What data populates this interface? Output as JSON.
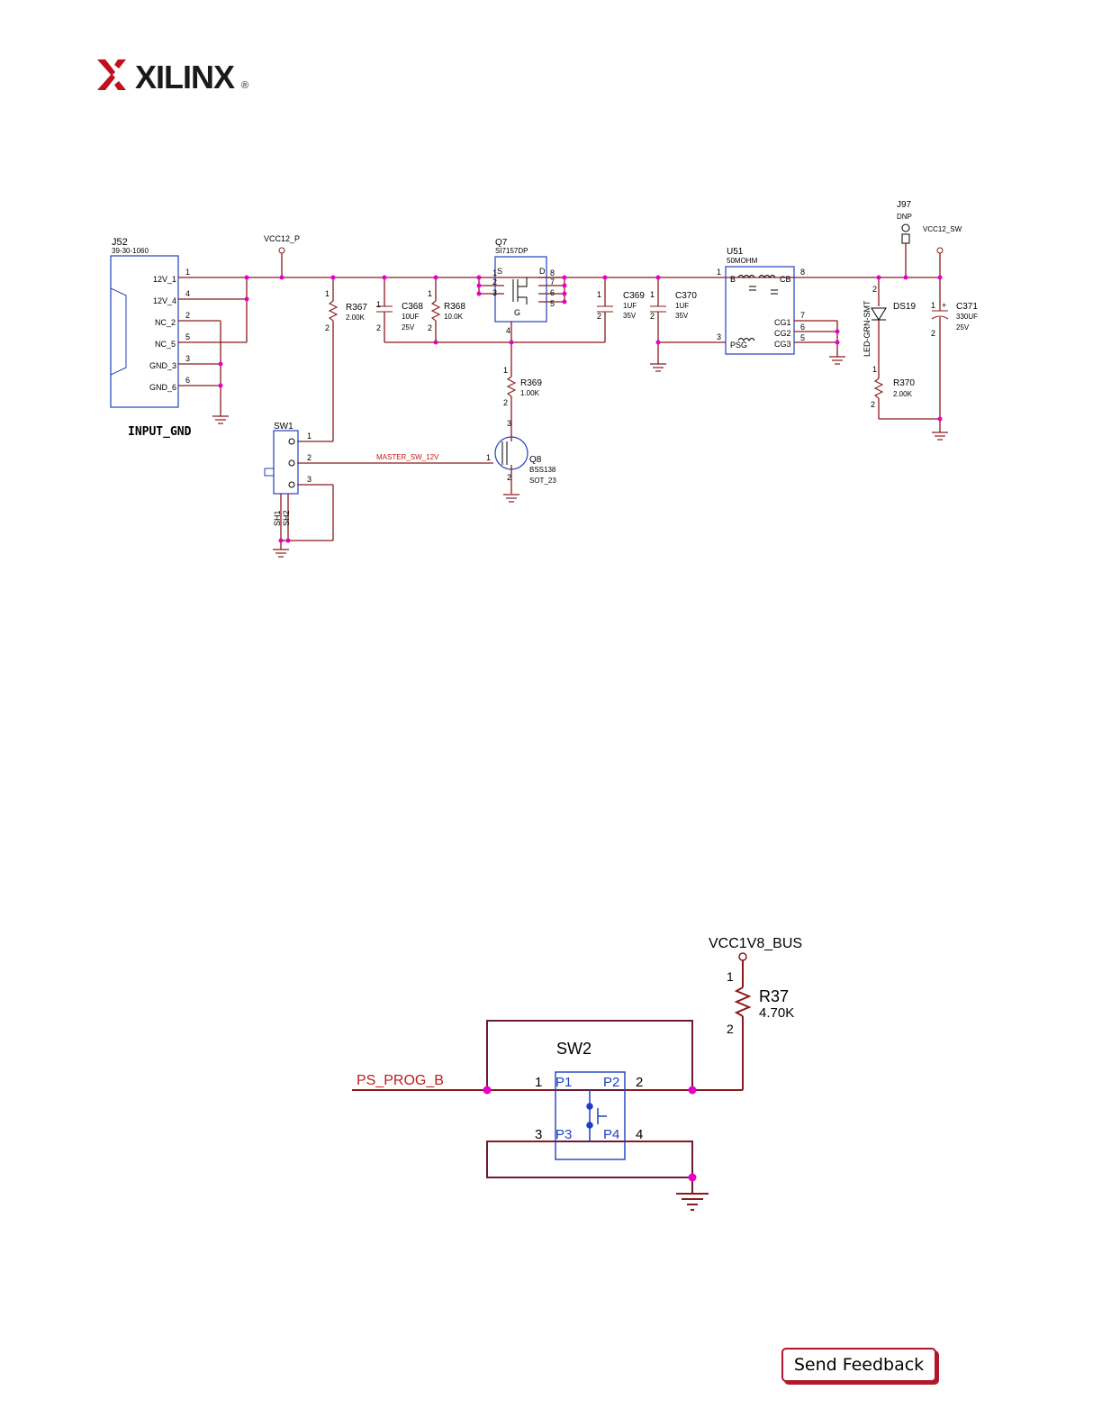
{
  "brand": {
    "name": "XILINX",
    "registered": "®",
    "color": "#c0101e"
  },
  "feedback_button": {
    "label": "Send Feedback"
  },
  "schematic_power": {
    "connector": {
      "ref": "J52",
      "part": "39-30-1060",
      "pins": [
        {
          "name": "12V_1",
          "num": "1"
        },
        {
          "name": "12V_4",
          "num": "4"
        },
        {
          "name": "NC_2",
          "num": "2"
        },
        {
          "name": "NC_5",
          "num": "5"
        },
        {
          "name": "GND_3",
          "num": "3"
        },
        {
          "name": "GND_6",
          "num": "6"
        }
      ],
      "ground_label": "INPUT_GND"
    },
    "net_vcc12_p": "VCC12_P",
    "net_vcc12_sw": "VCC12_SW",
    "net_master": "MASTER_SW_12V",
    "r367": {
      "ref": "R367",
      "value": "2.00K",
      "p1": "1",
      "p2": "2"
    },
    "c368": {
      "ref": "C368",
      "value": "10UF",
      "volt": "25V",
      "p1": "1",
      "p2": "2"
    },
    "r368": {
      "ref": "R368",
      "value": "10.0K",
      "p1": "1",
      "p2": "2"
    },
    "q7": {
      "ref": "Q7",
      "part": "SI7157DP",
      "s": "S",
      "d": "D",
      "g": "G",
      "pins_left": [
        "1",
        "2",
        "3"
      ],
      "pins_right": [
        "8",
        "7",
        "6",
        "5"
      ],
      "gate": "4"
    },
    "c369": {
      "ref": "C369",
      "value": "1UF",
      "volt": "35V",
      "p1": "1",
      "p2": "2"
    },
    "c370": {
      "ref": "C370",
      "value": "1UF",
      "volt": "35V",
      "p1": "1",
      "p2": "2"
    },
    "r369": {
      "ref": "R369",
      "value": "1.00K",
      "p1": "1",
      "p2": "2"
    },
    "q8": {
      "ref": "Q8",
      "part": "BSS138",
      "pkg": "SOT_23",
      "p1": "1",
      "p2": "2",
      "p3": "3"
    },
    "sw1": {
      "ref": "SW1",
      "sh1": "SH1",
      "sh2": "SH2",
      "p1": "1",
      "p2": "2",
      "p3": "3"
    },
    "u51": {
      "ref": "U51",
      "value": "50MOHM",
      "b": "B",
      "cb": "CB",
      "psg": "PSG",
      "cg1": "CG1",
      "cg2": "CG2",
      "cg3": "CG3",
      "p1": "1",
      "p3": "3",
      "p5": "5",
      "p6": "6",
      "p7": "7",
      "p8": "8"
    },
    "j97": {
      "ref": "J97",
      "value": "DNP"
    },
    "ds19": {
      "ref": "DS19",
      "part": "LED-GRN-SMT",
      "p1": "1",
      "p2": "2"
    },
    "r370": {
      "ref": "R370",
      "value": "2.00K",
      "p1": "1",
      "p2": "2"
    },
    "c371": {
      "ref": "C371",
      "value": "330UF",
      "volt": "25V",
      "p1": "1",
      "p2": "2",
      "plus": "+"
    }
  },
  "schematic_prog": {
    "net_vcc": "VCC1V8_BUS",
    "net_prog": "PS_PROG_B",
    "r37": {
      "ref": "R37",
      "value": "4.70K",
      "p1": "1",
      "p2": "2"
    },
    "sw2": {
      "ref": "SW2",
      "p1": "P1",
      "p2": "P2",
      "p3": "P3",
      "p4": "P4",
      "n1": "1",
      "n2": "2",
      "n3": "3",
      "n4": "4"
    }
  }
}
